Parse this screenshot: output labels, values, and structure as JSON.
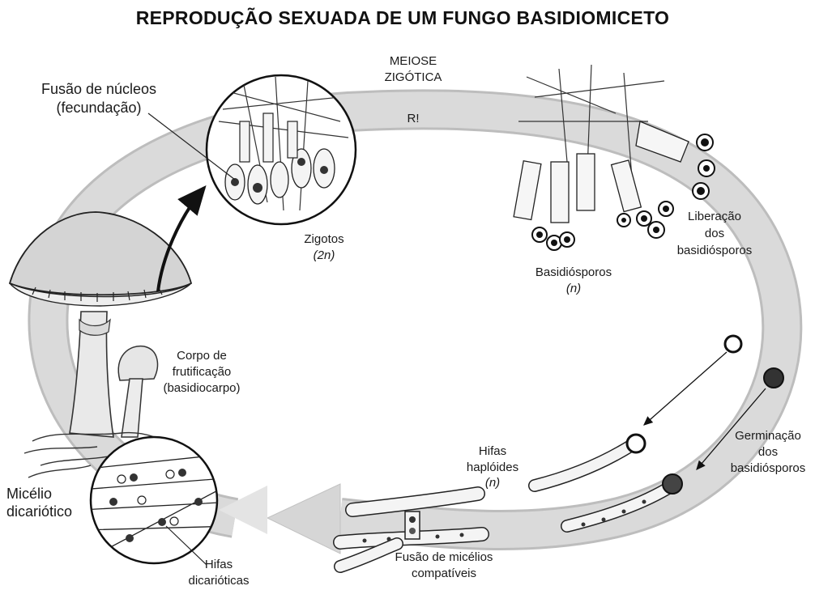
{
  "title": "REPRODUÇÃO SEXUADA DE UM FUNGO BASIDIOMICETO",
  "labels": {
    "meiose_1": "MEIOSE",
    "meiose_2": "ZIGÓTICA",
    "r": "R!",
    "fusao_nucleos_1": "Fusão de núcleos",
    "fusao_nucleos_2": "(fecundação)",
    "zigotos_1": "Zigotos",
    "zigotos_2": "(2n)",
    "basidiosporos_1": "Basidiósporos",
    "basidiosporos_2": "(n)",
    "liberacao_1": "Liberação",
    "liberacao_2": "dos",
    "liberacao_3": "basidiósporos",
    "corpo_1": "Corpo de",
    "corpo_2": "frutificação",
    "corpo_3": "(basidiocarpo)",
    "micelio_1": "Micélio",
    "micelio_2": "dicariótico",
    "hifas_dic_1": "Hifas",
    "hifas_dic_2": "dicarióticas",
    "hifas_hap_1": "Hifas",
    "hifas_hap_2": "haplóides",
    "hifas_hap_3": "(n)",
    "fusao_micelios_1": "Fusão de micélios",
    "fusao_micelios_2": "compatíveis",
    "germinacao_1": "Germinação",
    "germinacao_2": "dos",
    "germinacao_3": "basidiósporos"
  },
  "colors": {
    "cycle_arrow": "#d8d8d8",
    "cycle_arrow_edge": "#bdbdbd",
    "ink": "#1a1a1a"
  }
}
